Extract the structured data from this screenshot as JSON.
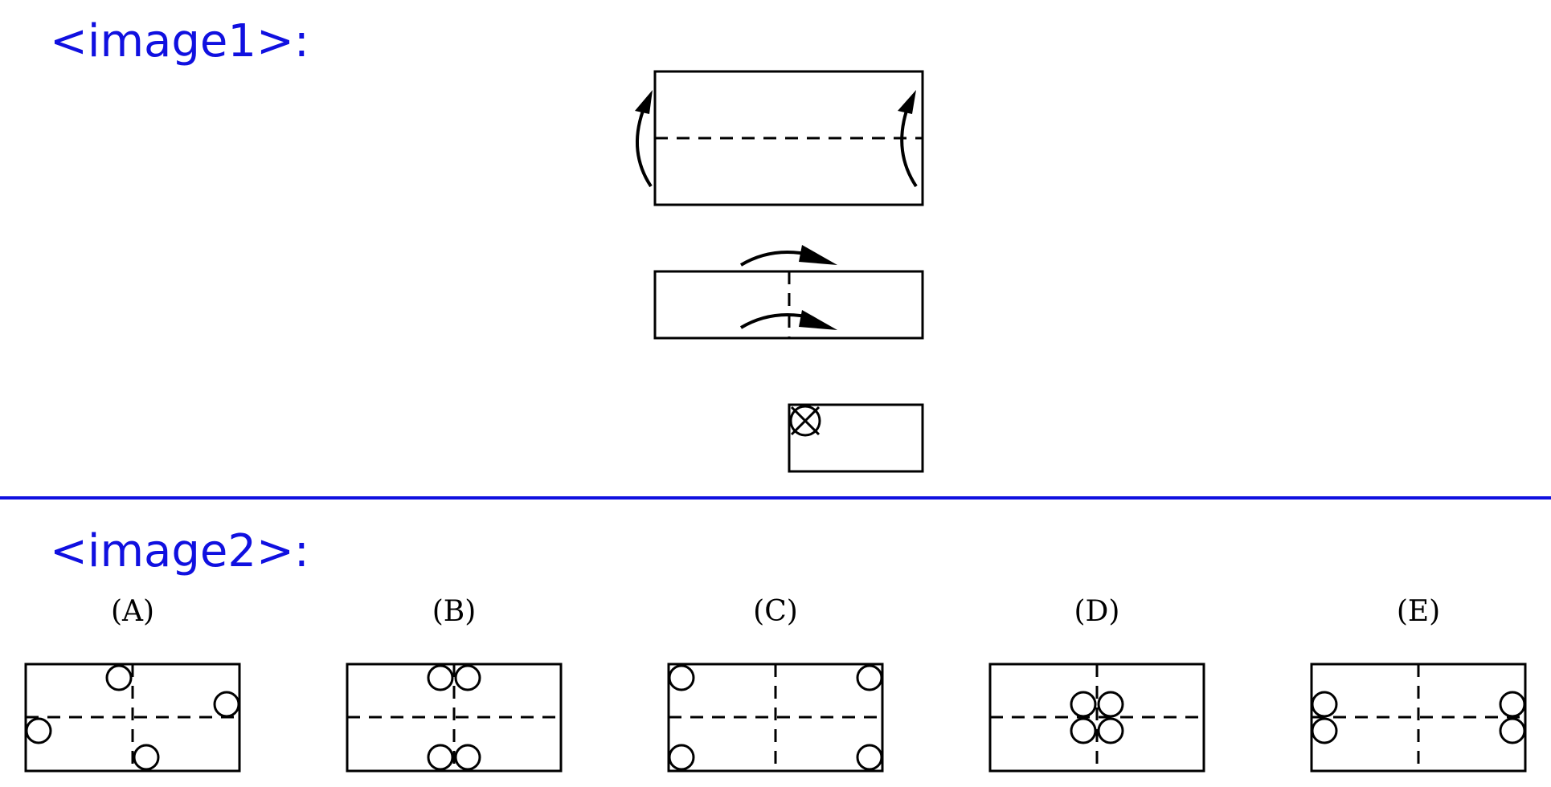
{
  "sections": [
    {
      "label": "<image1>:"
    },
    {
      "label": "<image2>:"
    }
  ],
  "options": [
    {
      "label": "(A)"
    },
    {
      "label": "(B)"
    },
    {
      "label": "(C)"
    },
    {
      "label": "(D)"
    },
    {
      "label": "(E)"
    }
  ],
  "colors": {
    "label_blue": "#1010e0",
    "ink": "#000000",
    "paper": "#ffffff"
  }
}
